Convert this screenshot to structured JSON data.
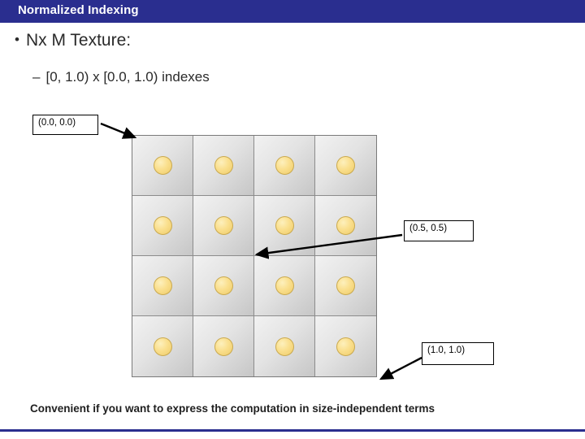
{
  "slide": {
    "title": "Normalized Indexing",
    "bullets": [
      {
        "marker": "•",
        "text": "Nx M Texture:"
      },
      {
        "marker": "–",
        "text": "[0, 1.0) x [0.0, 1.0) indexes"
      }
    ],
    "footer": "Convenient if you want to express the computation in size-independent terms",
    "colors": {
      "title_bar": "#2a2e8f",
      "title_text": "#ffffff",
      "body_text": "#2a2a2a",
      "texel_fill": "#e3e3e3",
      "dot_fill": "#fadf8d",
      "callout_border": "#000000"
    }
  },
  "diagram": {
    "grid": {
      "columns": 4,
      "rows": 4,
      "cell_label": "texel"
    },
    "callouts": [
      {
        "id": "origin",
        "text": "(0.0, 0.0)"
      },
      {
        "id": "center",
        "text": "(0.5, 0.5)"
      },
      {
        "id": "corner",
        "text": "(1.0, 1.0)"
      }
    ]
  }
}
